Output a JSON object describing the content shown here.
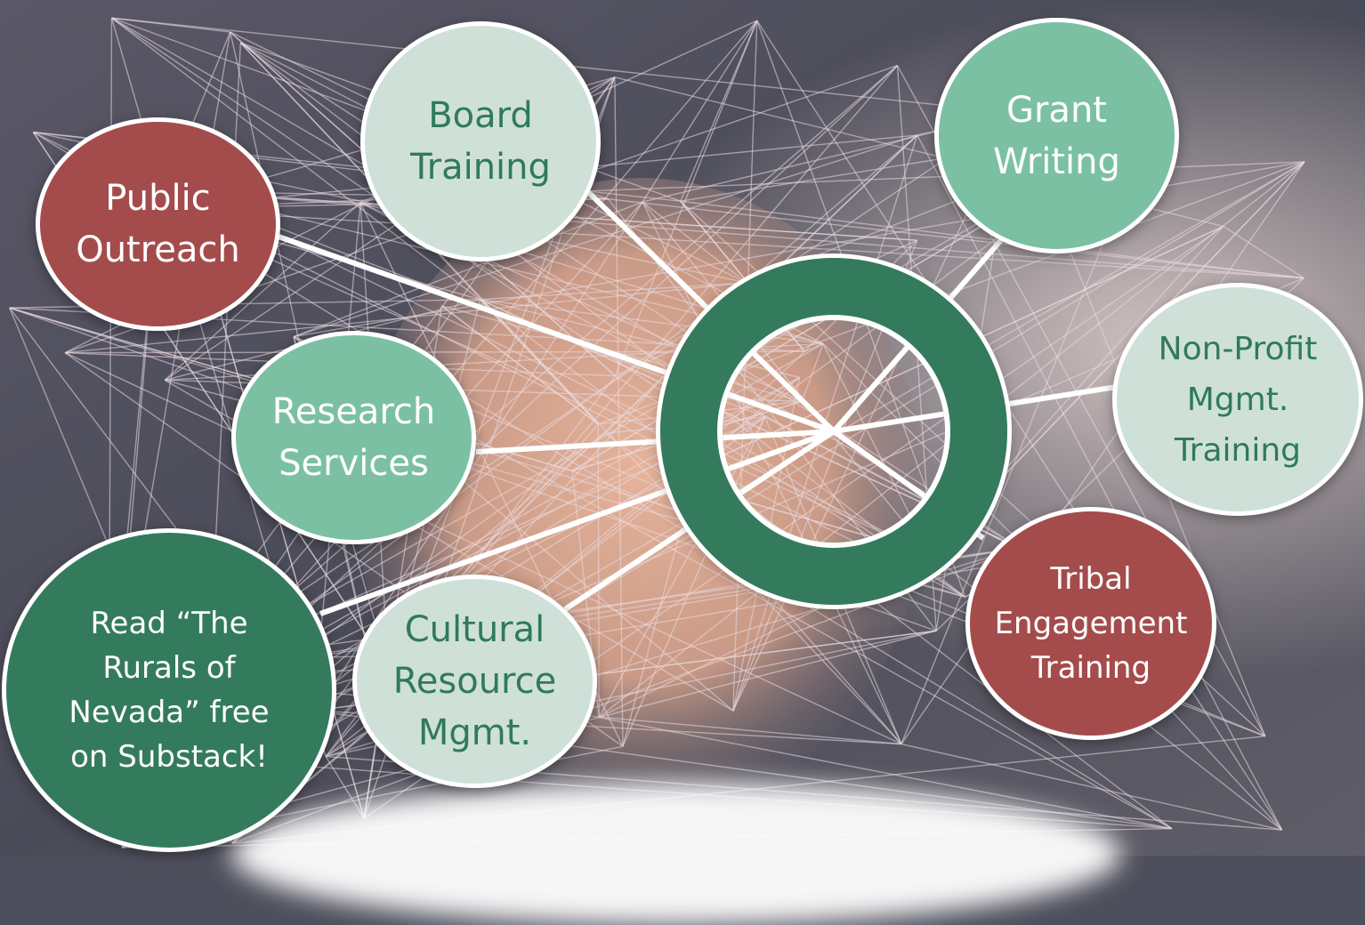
{
  "diagram": {
    "hub": {
      "label": ""
    },
    "nodes": [
      {
        "id": "board-training",
        "text": "Board\nTraining",
        "style": "light"
      },
      {
        "id": "public-outreach",
        "text": "Public\nOutreach",
        "style": "red"
      },
      {
        "id": "grant-writing",
        "text": "Grant\nWriting",
        "style": "mint"
      },
      {
        "id": "non-profit",
        "text": "Non-Profit\nMgmt.\nTraining",
        "style": "light"
      },
      {
        "id": "research-services",
        "text": "Research\nServices",
        "style": "mint"
      },
      {
        "id": "tribal-engagement",
        "text": "Tribal\nEngagement\nTraining",
        "style": "red"
      },
      {
        "id": "read-rurals",
        "text": "Read “The\nRurals of\nNevada” free\non Substack!",
        "style": "dark"
      },
      {
        "id": "cultural-resource",
        "text": "Cultural\nResource\nMgmt.",
        "style": "light"
      }
    ]
  },
  "colors": {
    "light": "#cfe0d8",
    "mint": "#7cc0a3",
    "red": "#a44c4c",
    "dark": "#347b5d",
    "line": "#ffffff"
  }
}
